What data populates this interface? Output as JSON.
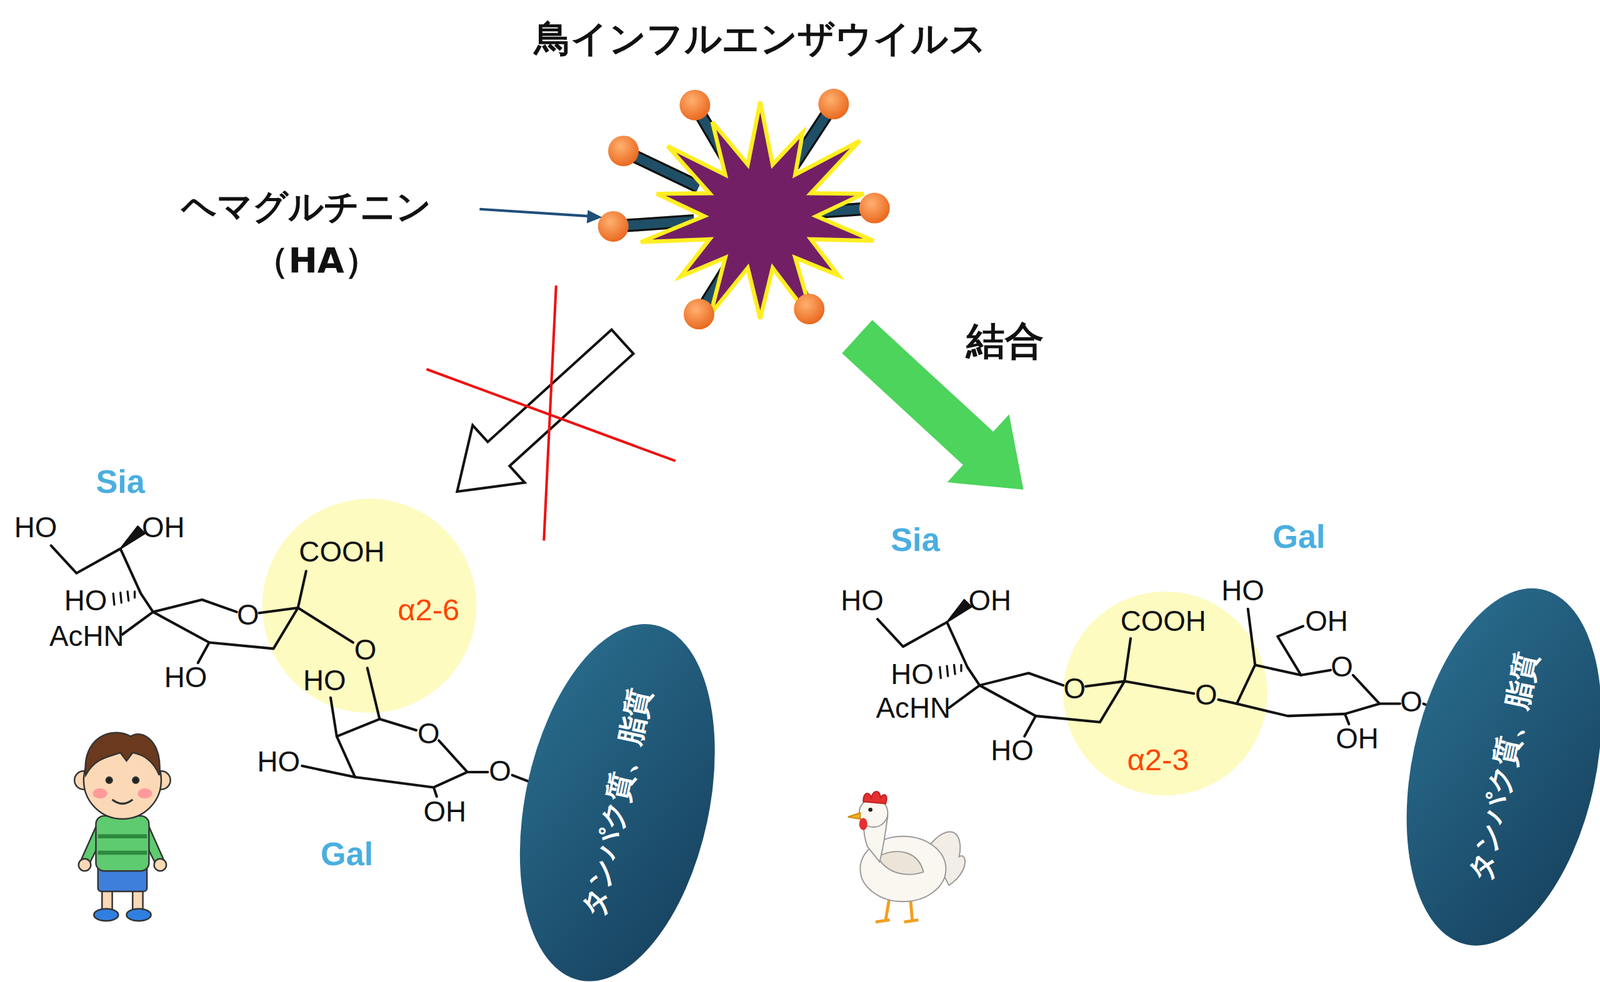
{
  "diagram": {
    "title": "鳥インフルエンザウイルス",
    "nodes": [
      {
        "text": [
          "タンパク質、脂質"
        ]
      },
      {
        "text": [
          "タンパク質、脂質"
        ]
      }
    ],
    "labels": [
      "ヘマグルチニン",
      "（HA）",
      "結合",
      "Sia",
      "HO",
      "OH",
      "COOH",
      "HO",
      "α2-6",
      "AcHN",
      "O",
      "O",
      "HO",
      "HO",
      "O",
      "HO",
      "O",
      "OH",
      "Gal",
      "Sia",
      "Gal",
      "HO",
      "OH",
      "COOH",
      "HO",
      "OH",
      "HO",
      "O",
      "O",
      "O",
      "O",
      "AcHN",
      "HO",
      "OH",
      "α2-3"
    ]
  }
}
